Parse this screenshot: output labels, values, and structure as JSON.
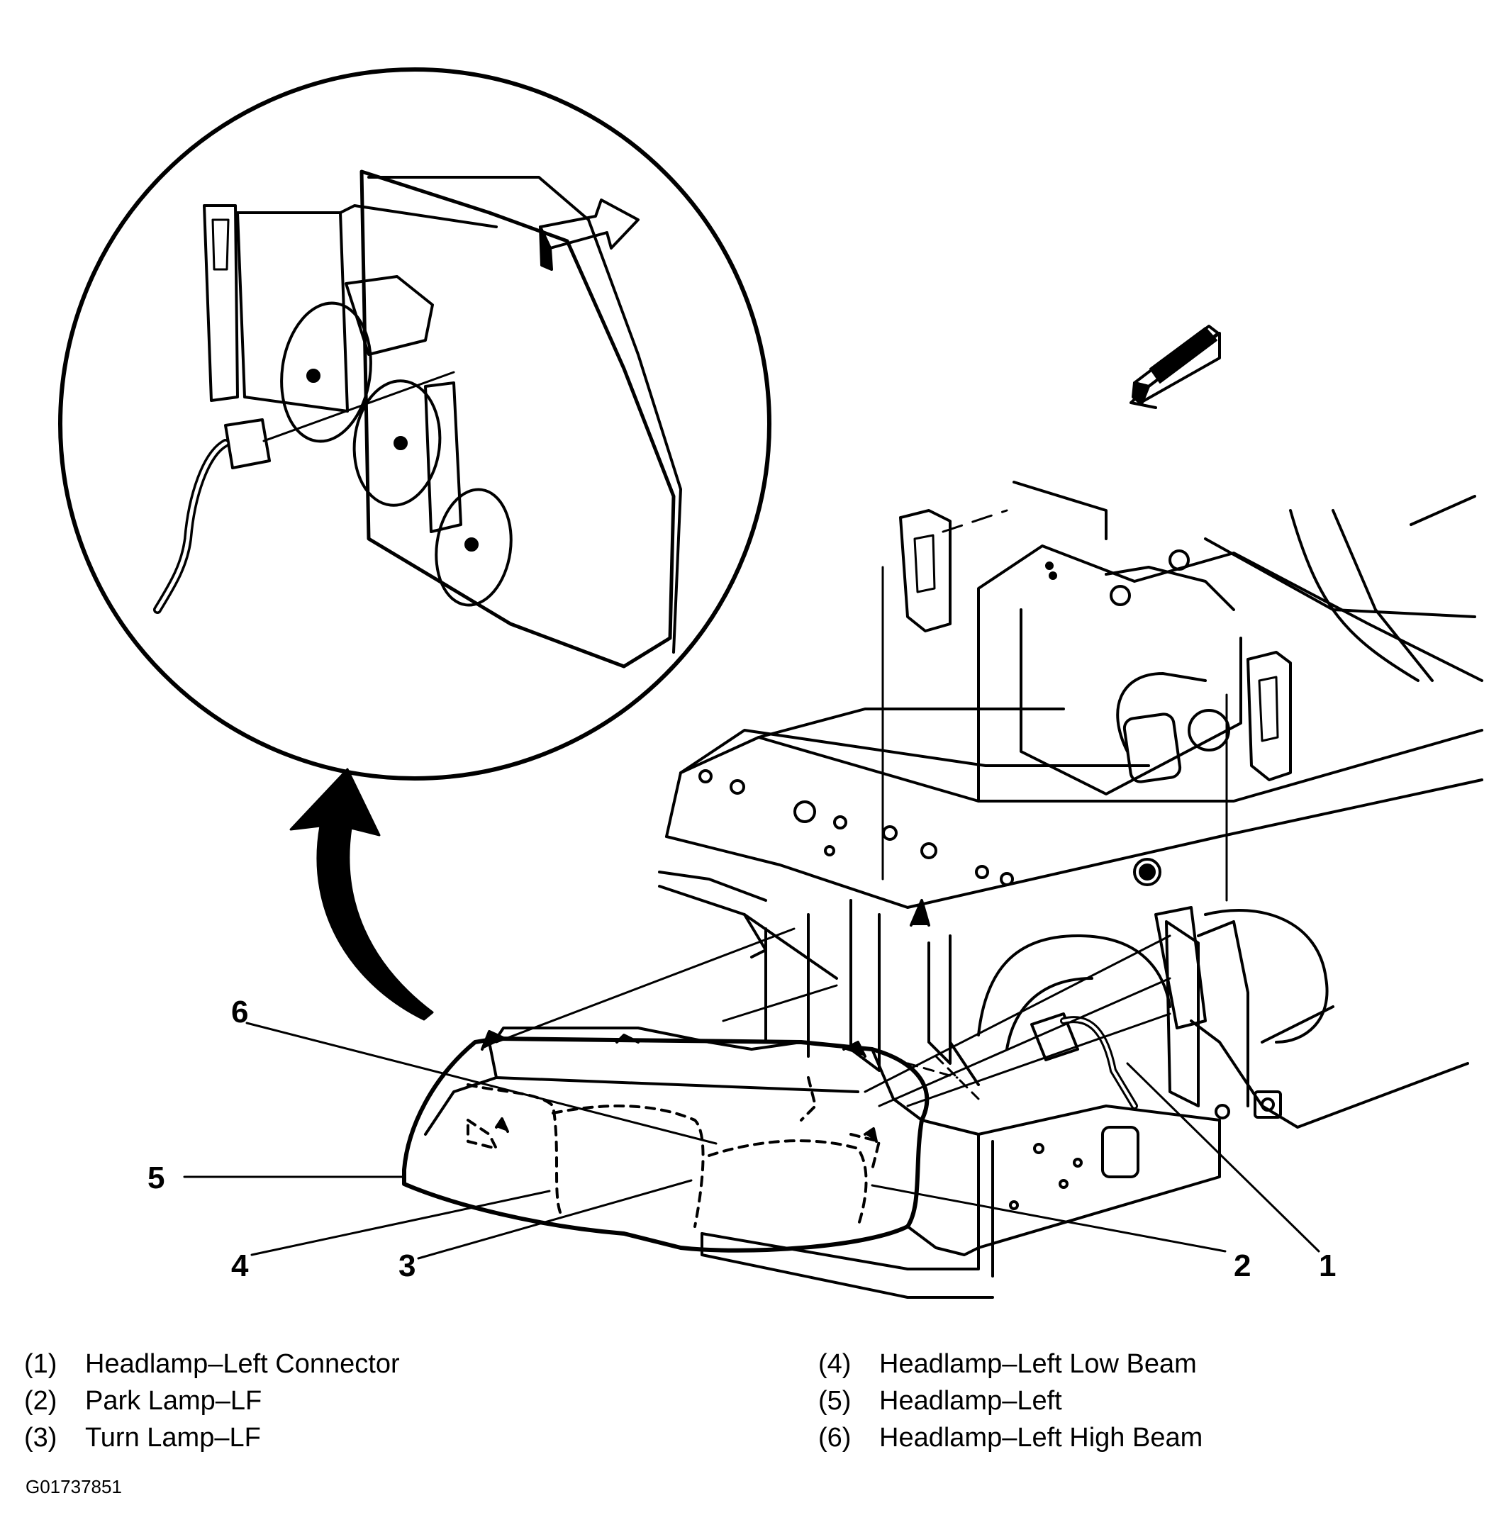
{
  "callouts": [
    {
      "num": "1"
    },
    {
      "num": "2"
    },
    {
      "num": "3"
    },
    {
      "num": "4"
    },
    {
      "num": "5"
    },
    {
      "num": "6"
    }
  ],
  "legend_left": [
    {
      "key": "(1)",
      "text": "Headlamp–Left Connector"
    },
    {
      "key": "(2)",
      "text": "Park Lamp–LF"
    },
    {
      "key": "(3)",
      "text": "Turn Lamp–LF"
    }
  ],
  "legend_right": [
    {
      "key": "(4)",
      "text": "Headlamp–Left Low Beam"
    },
    {
      "key": "(5)",
      "text": "Headlamp–Left"
    },
    {
      "key": "(6)",
      "text": "Headlamp–Left High Beam"
    }
  ],
  "figure_id": "G01737851",
  "colors": {
    "ink": "#000000",
    "paper": "#ffffff"
  }
}
